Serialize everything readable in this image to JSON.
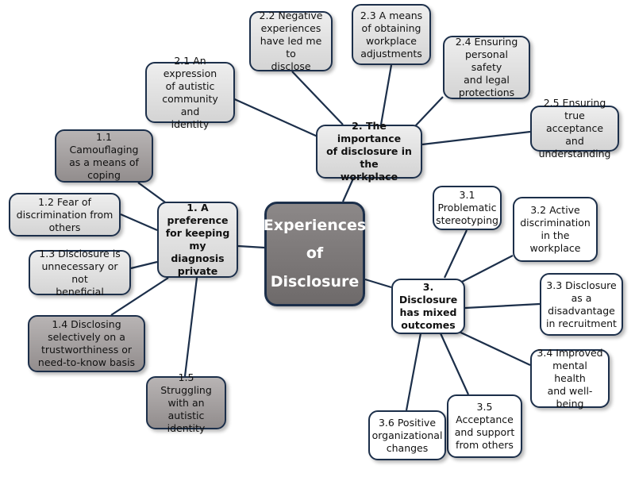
{
  "central": "Experiences\nof\nDisclosure",
  "themes": {
    "t1": "1. A preference\nfor keeping my\ndiagnosis\nprivate",
    "t2": "2. The importance\nof disclosure in the\nworkplace",
    "t3": "3. Disclosure\nhas mixed\noutcomes"
  },
  "subthemes": {
    "s1_1": "1.1 Camouflaging\nas a means of\ncoping",
    "s1_2": "1.2 Fear of\ndiscrimination from\nothers",
    "s1_3": "1.3 Disclosure is\nunnecessary or not\nbeneficial",
    "s1_4": "1.4 Disclosing\nselectively on a\ntrustworthiness or\nneed-to-know basis",
    "s1_5": "1.5 Struggling\nwith an autistic\nidentity",
    "s2_1": "2.1 An expression\nof autistic\ncommunity and\nidentity",
    "s2_2": "2.2 Negative\nexperiences\nhave led me to\ndisclose",
    "s2_3": "2.3 A means\nof obtaining\nworkplace\nadjustments",
    "s2_4": "2.4 Ensuring\npersonal safety\nand legal\nprotections",
    "s2_5": "2.5 Ensuring true\nacceptance and\nunderstanding",
    "s3_1": "3.1\nProblematic\nstereotyping",
    "s3_2": "3.2 Active\ndiscrimination\nin the\nworkplace",
    "s3_3": "3.3 Disclosure\nas a\ndisadvantage\nin recruitment",
    "s3_4": "3.4 Improved\nmental health\nand well-being",
    "s3_5": "3.5\nAcceptance\nand support\nfrom others",
    "s3_6": "3.6 Positive\norganizational\nchanges"
  },
  "colors": {
    "edge": "#1c2f4a",
    "light_fill": "#e2e2e2",
    "dark_fill": "#a6a2a2",
    "center_fill": "#7d7979"
  }
}
